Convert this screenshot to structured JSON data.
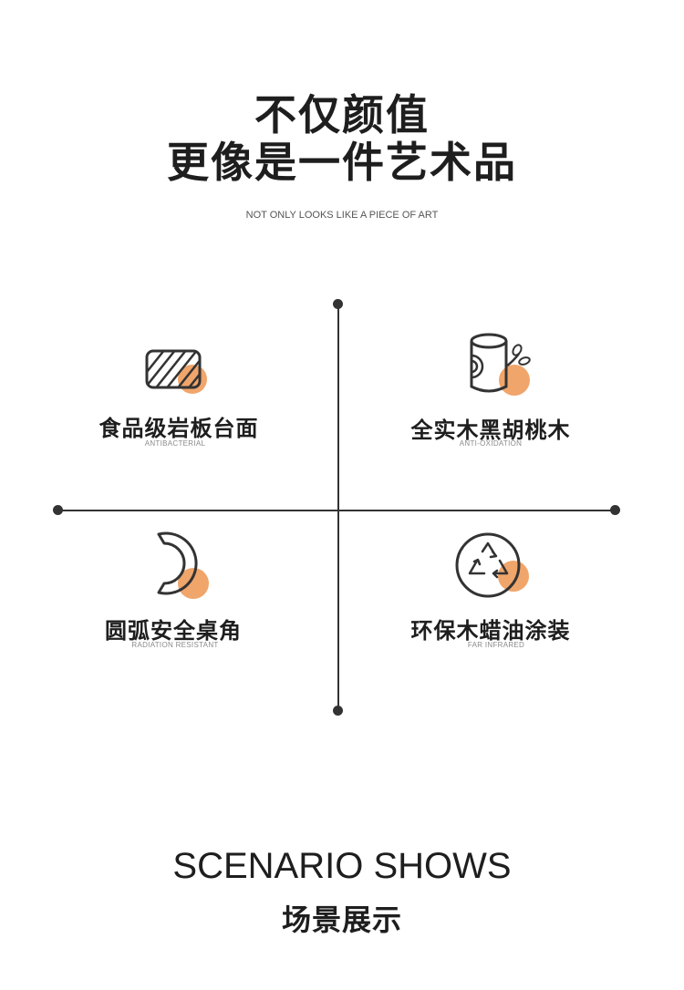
{
  "header": {
    "line1": "不仅颜值",
    "line2": "更像是一件艺术品",
    "subtitle": "NOT ONLY LOOKS LIKE A PIECE OF ART"
  },
  "colors": {
    "accent": "#f0a56b",
    "ink": "#333333"
  },
  "features": [
    {
      "title": "食品级岩板台面",
      "subtitle": "ANTIBACTERIAL",
      "icon": "striped-slab-icon"
    },
    {
      "title": "全实木黑胡桃木",
      "subtitle": "ANTI-OXIDATION",
      "icon": "wood-log-icon"
    },
    {
      "title": "圆弧安全桌角",
      "subtitle": "RADIATION RESISTANT",
      "icon": "rounded-corner-icon"
    },
    {
      "title": "环保木蜡油涂装",
      "subtitle": "FAR INFRARED",
      "icon": "recycle-icon"
    }
  ],
  "scenario": {
    "title_en": "SCENARIO SHOWS",
    "title_cn": "场景展示"
  }
}
